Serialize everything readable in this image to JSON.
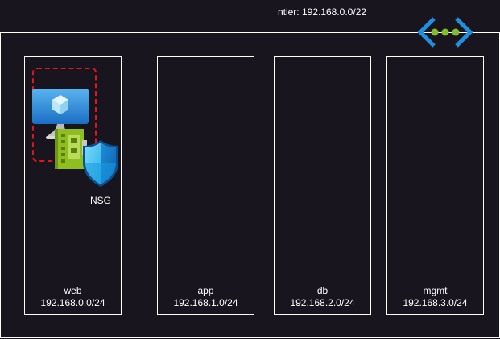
{
  "vnet": {
    "label": "ntier: 192.168.0.0/22",
    "icon": "virtual-network-icon"
  },
  "subnets": [
    {
      "name": "web",
      "cidr": "192.168.0.0/24"
    },
    {
      "name": "app",
      "cidr": "192.168.1.0/24"
    },
    {
      "name": "db",
      "cidr": "192.168.2.0/24"
    },
    {
      "name": "mgmt",
      "cidr": "192.168.3.0/24"
    }
  ],
  "resources": {
    "vm_icon": "virtual-machine-icon",
    "nic_icon": "network-interface-icon",
    "nsg_icon": "network-security-group-icon",
    "nsg_label": "NSG"
  },
  "colors": {
    "background": "#18151f",
    "border": "#ffffff",
    "dashed_group": "#e0161d",
    "vnet_arrow": "#1f8fe0",
    "vnet_dots": "#7fbf2a"
  }
}
